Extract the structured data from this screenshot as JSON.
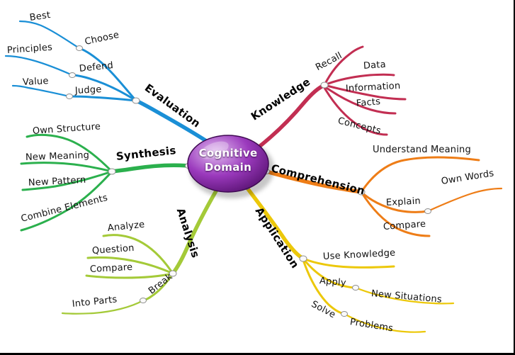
{
  "center": {
    "line1": "Cognitive",
    "line2": "Domain",
    "color_light": "#e2bdf0",
    "color_mid": "#9b3abd",
    "color_dark": "#4e0c66"
  },
  "branches": {
    "evaluation": {
      "label": "Evaluation",
      "color": "#1a8fd6",
      "children": [
        {
          "label": "Choose",
          "children": [
            {
              "label": "Best"
            }
          ]
        },
        {
          "label": "Defend",
          "children": [
            {
              "label": "Principles"
            }
          ]
        },
        {
          "label": "Judge",
          "children": [
            {
              "label": "Value"
            }
          ]
        }
      ]
    },
    "synthesis": {
      "label": "Synthesis",
      "color": "#2bb04d",
      "children": [
        {
          "label": "Own Structure"
        },
        {
          "label": "New Meaning"
        },
        {
          "label": "New Pattern"
        },
        {
          "label": "Combine Elements"
        }
      ]
    },
    "analysis": {
      "label": "Analysis",
      "color": "#a4ca38",
      "children": [
        {
          "label": "Analyze"
        },
        {
          "label": "Question"
        },
        {
          "label": "Compare"
        },
        {
          "label": "Break",
          "children": [
            {
              "label": "Into Parts"
            }
          ]
        }
      ]
    },
    "knowledge": {
      "label": "Knowledge",
      "color": "#c22e52",
      "children": [
        {
          "label": "Recall"
        },
        {
          "label": "Data"
        },
        {
          "label": "Information"
        },
        {
          "label": "Facts"
        },
        {
          "label": "Concepts"
        }
      ]
    },
    "comprehension": {
      "label": "Comprehension",
      "color": "#ee7d17",
      "children": [
        {
          "label": "Understand Meaning"
        },
        {
          "label": "Explain",
          "children": [
            {
              "label": "Own Words"
            }
          ]
        },
        {
          "label": "Compare"
        }
      ]
    },
    "application": {
      "label": "Application",
      "color": "#ecc80a",
      "children": [
        {
          "label": "Use Knowledge"
        },
        {
          "label": "Apply",
          "children": [
            {
              "label": "New Situations"
            }
          ]
        },
        {
          "label": "Solve",
          "children": [
            {
              "label": "Problems"
            }
          ]
        }
      ]
    }
  }
}
